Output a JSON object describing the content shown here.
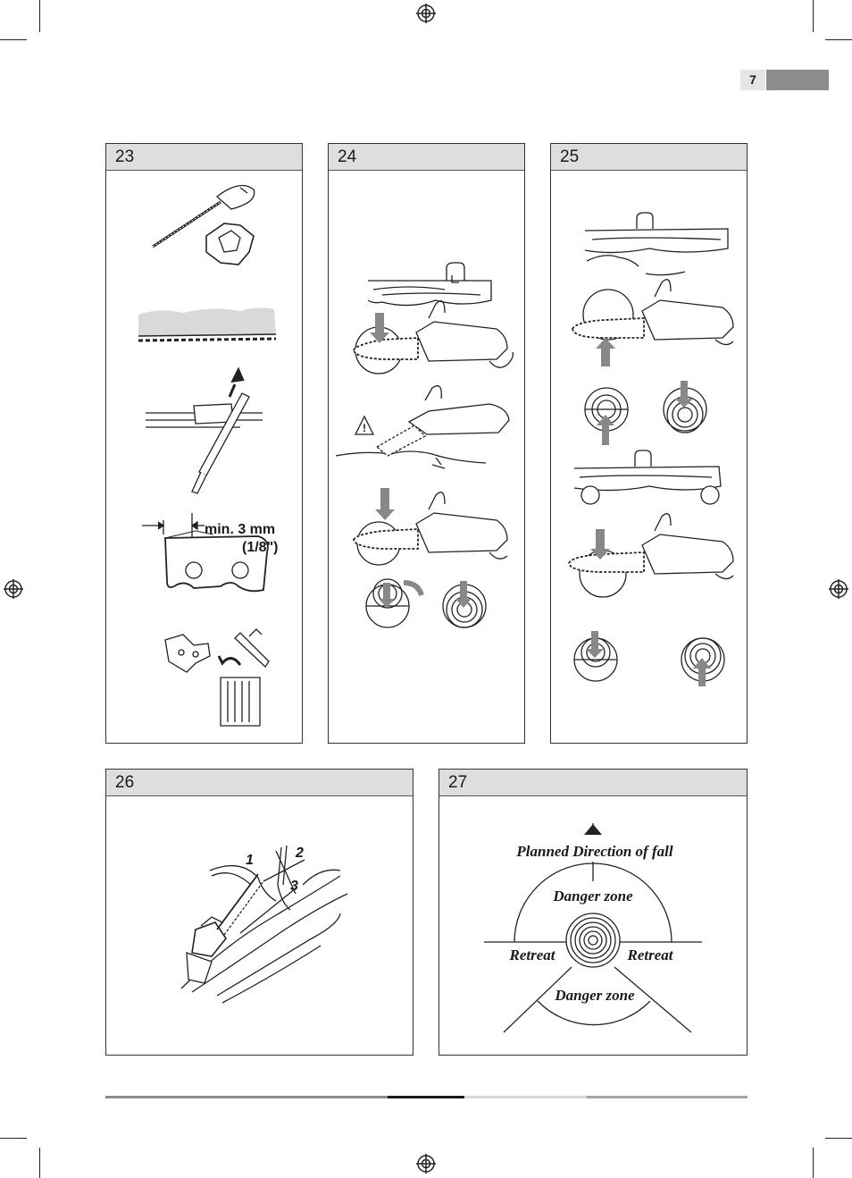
{
  "page_number": "7",
  "figures": [
    {
      "number": "23"
    },
    {
      "number": "24"
    },
    {
      "number": "25"
    },
    {
      "number": "26"
    },
    {
      "number": "27"
    }
  ],
  "fig23": {
    "min_depth": "min. 3 mm",
    "min_depth_inch": "(1/8\")"
  },
  "fig24": {
    "warning_symbol": "!"
  },
  "fig26": {
    "cut_labels": [
      "1",
      "2",
      "3"
    ]
  },
  "fig27": {
    "direction_label": "Planned Direction of fall",
    "danger_zone_top": "Danger zone",
    "retreat_left": "Retreat",
    "retreat_right": "Retreat",
    "danger_zone_bottom": "Danger zone"
  },
  "icons": [
    "registration-mark-icon",
    "warning-triangle-icon",
    "arrow-up-icon",
    "saw-chain-icon",
    "round-file-icon",
    "chainsaw-icon",
    "log-icon",
    "trash-bin-icon"
  ]
}
